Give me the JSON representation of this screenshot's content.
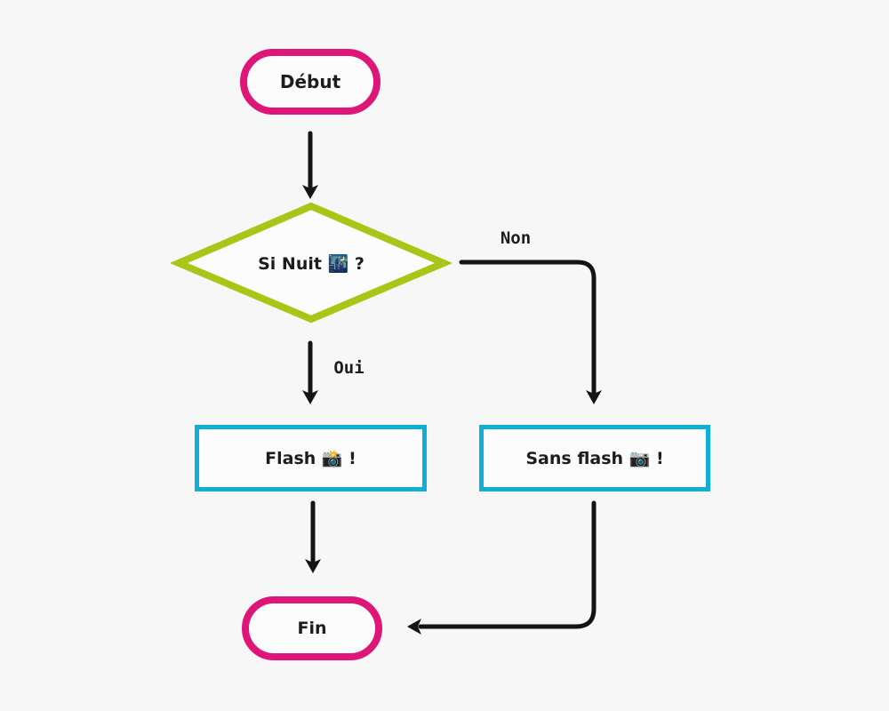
{
  "theme": {
    "bg": "#f7f7f7",
    "ink": "#141414",
    "text": "#1d1d1d",
    "pink": "#dd1677",
    "lime": "#a9c618",
    "cyan": "#10afd6",
    "node_fill": "#fcfcfc"
  },
  "nodes": {
    "start": {
      "label": "Début",
      "shape": "rounded",
      "border_color": "#dd1677"
    },
    "decision": {
      "label": "Si Nuit 🌃 ?",
      "shape": "diamond",
      "border_color": "#a9c618"
    },
    "flash": {
      "label": "Flash 📸 !",
      "shape": "rect",
      "border_color": "#10afd6"
    },
    "no_flash": {
      "label": "Sans flash 📷 !",
      "shape": "rect",
      "border_color": "#10afd6"
    },
    "end": {
      "label": "Fin",
      "shape": "rounded",
      "border_color": "#dd1677"
    }
  },
  "edges": {
    "yes_label": "Oui",
    "no_label": "Non"
  }
}
